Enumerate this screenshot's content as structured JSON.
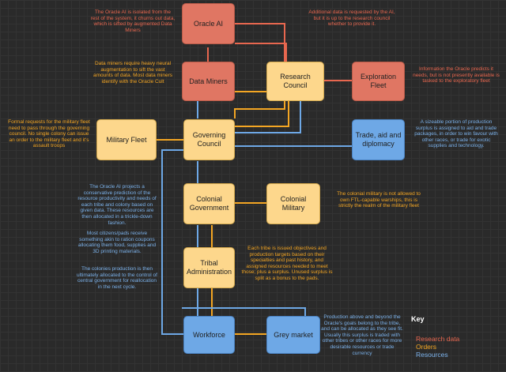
{
  "colors": {
    "research": "#e8674f",
    "orders": "#f4a623",
    "resources": "#7bb1ea"
  },
  "nodes": {
    "oracle_ai": "Oracle AI",
    "data_miners": "Data Miners",
    "research_council": "Research Council",
    "exploration_fleet": "Exploration Fleet",
    "military_fleet": "Military Fleet",
    "governing_council": "Governing Council",
    "trade_aid": "Trade, aid and diplomacy",
    "colonial_government": "Colonial Government",
    "colonial_military": "Colonial Military",
    "tribal_administration": "Tribal Administration",
    "workforce": "Workforce",
    "grey_market": "Grey market"
  },
  "notes": {
    "oracle_isolated": "The Oracle AI is isolated from the rest of the system, it churns out data, which is sifted by augmented Data Miners",
    "additional_data": "Additional data is requested by the AI, but it is up to the research council whether to provide it.",
    "data_miners": "Data miners require heavy neural augmentation to sift the vast amounts of data. Most data miners identify with the Oracle Cult",
    "info_oracle": "Information the Oracle predicts it needs, but is not presently available is tasked to the exploratory fleet",
    "formal_requests": "Formal requests for the military fleet need to pass through the governing council. No single colony can issue an order to the military fleet and it's assault troops",
    "production_surplus": "A sizeable portion of production surplus is assigned to aid and trade packages, in order to win favour with other races, or trade for exotic supplies and technology.",
    "oracle_projects": "The Oracle AI projects a conservative prediction of the resource productivity and needs of each tribe and colony based on given data. These resources are then allocated in a trickle-down fashion.",
    "most_citizens": "Most citizens/pads receive something akin to ration coupons allocating them food, supplies and 3D printing materials.",
    "colonies_production": "The colonies production is then ultimately allocated to the control of central government for reallocation in the next cycle.",
    "colonial_military": "The colonial military is not allowed to own FTL-capable warships, this is strictly the realm of the military fleet",
    "each_tribe": "Each tribe is issued objectives and production targets based on their specialties and past history, and assigned resources needed to meet those; plus a surplus. Unused surplus is split as a bonus to the pads.",
    "production_above": "Production above and beyond the Oracle's goals belong to the tribe, and can be allocated as they see fit. Usually this surplus is traded with other tribes or other races for more desirable resources or trade currency"
  },
  "key": {
    "title": "Key",
    "research": "Research data",
    "orders": "Orders",
    "resources": "Resources"
  }
}
